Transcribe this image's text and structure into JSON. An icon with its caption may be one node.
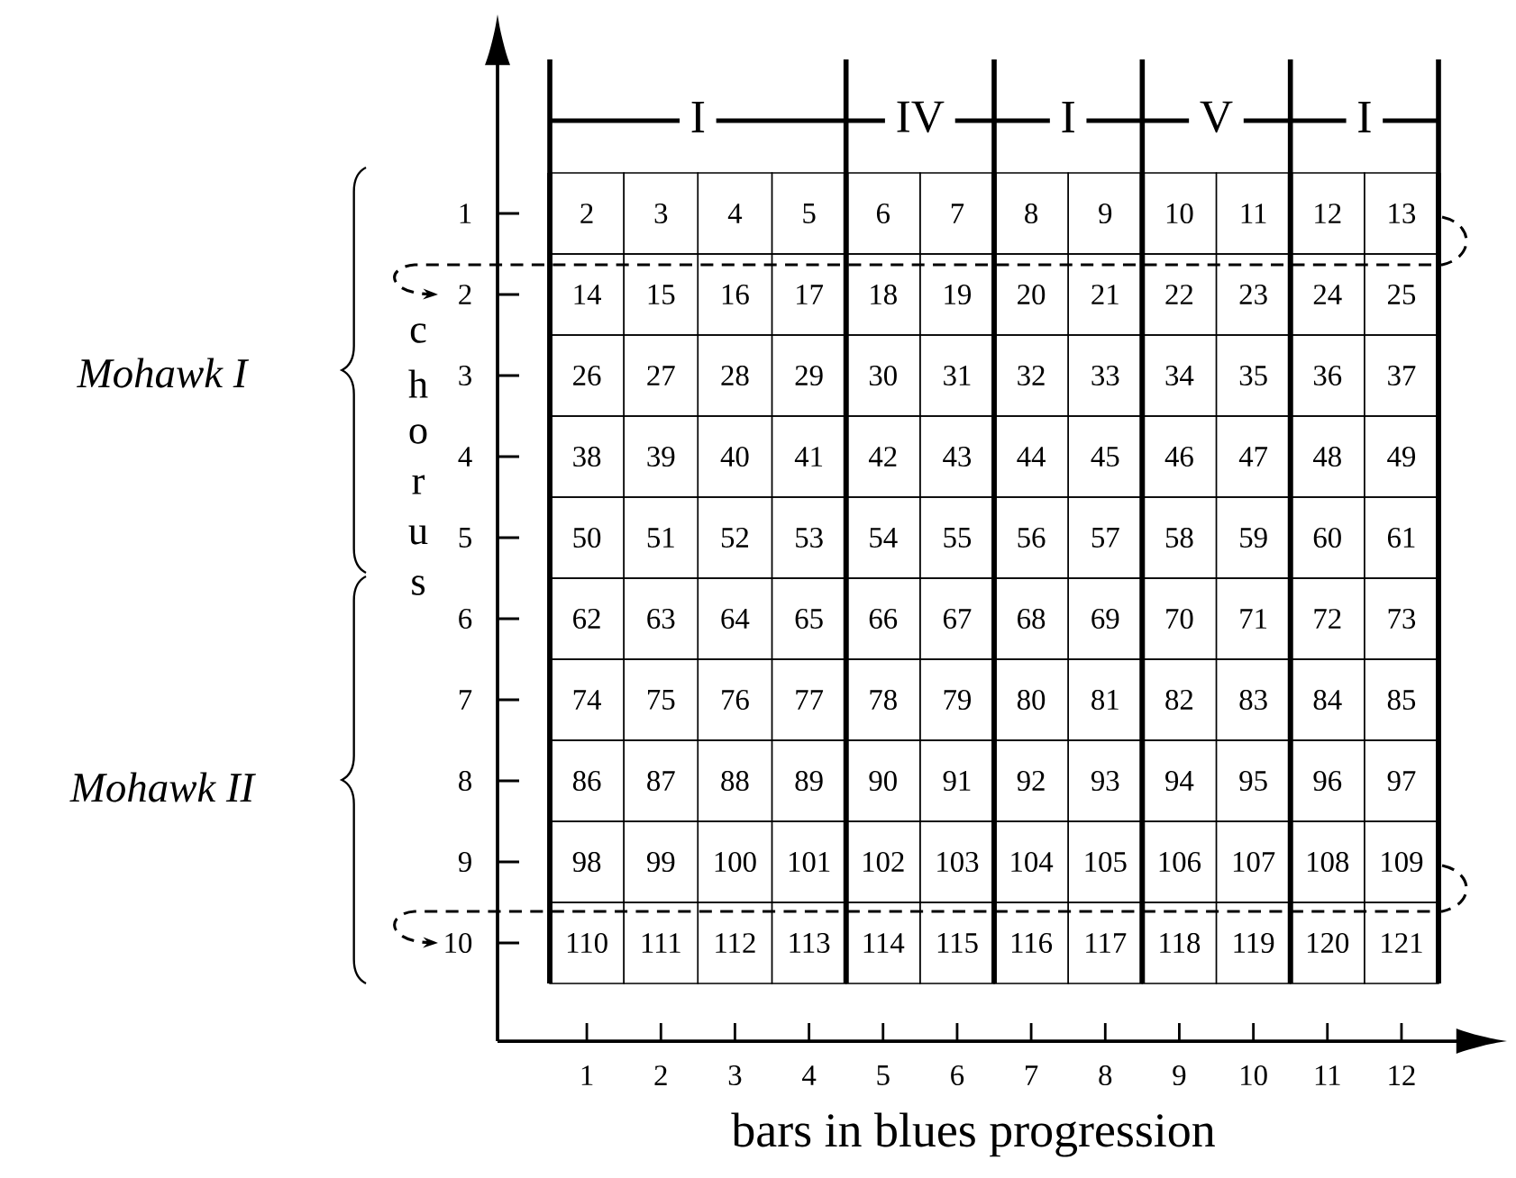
{
  "diagram": {
    "labels": [
      "I",
      "IV",
      "I",
      "V",
      "I",
      "1",
      "2",
      "3",
      "4",
      "5",
      "6",
      "7",
      "8",
      "9",
      "10",
      "11",
      "12",
      "13",
      "2",
      "14",
      "15",
      "16",
      "17",
      "18",
      "19",
      "20",
      "21",
      "22",
      "23",
      "24",
      "25",
      "3",
      "26",
      "27",
      "28",
      "29",
      "30",
      "31",
      "32",
      "33",
      "34",
      "35",
      "36",
      "37",
      "4",
      "38",
      "39",
      "40",
      "41",
      "42",
      "43",
      "44",
      "45",
      "46",
      "47",
      "48",
      "49",
      "5",
      "50",
      "51",
      "52",
      "53",
      "54",
      "55",
      "56",
      "57",
      "58",
      "59",
      "60",
      "61",
      "6",
      "62",
      "63",
      "64",
      "65",
      "66",
      "67",
      "68",
      "69",
      "70",
      "71",
      "72",
      "73",
      "7",
      "74",
      "75",
      "76",
      "77",
      "78",
      "79",
      "80",
      "81",
      "82",
      "83",
      "84",
      "85",
      "8",
      "86",
      "87",
      "88",
      "89",
      "90",
      "91",
      "92",
      "93",
      "94",
      "95",
      "96",
      "97",
      "9",
      "98",
      "99",
      "100",
      "101",
      "102",
      "103",
      "104",
      "105",
      "106",
      "107",
      "108",
      "109",
      "10",
      "110",
      "111",
      "112",
      "113",
      "114",
      "115",
      "116",
      "117",
      "118",
      "119",
      "120",
      "121",
      "1",
      "2",
      "3",
      "4",
      "5",
      "6",
      "7",
      "8",
      "9",
      "10",
      "11",
      "12",
      "bars in blues progression",
      "Mohawk I",
      "Mohawk II",
      "c",
      "h",
      "o",
      "r",
      "u",
      "s"
    ]
  }
}
